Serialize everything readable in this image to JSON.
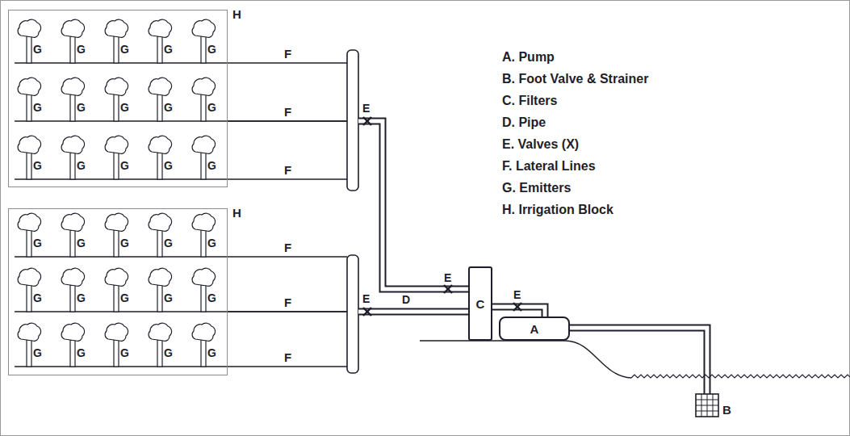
{
  "diagram": {
    "nodes": [
      {
        "text": [
          "H"
        ]
      },
      {
        "text": [
          "H"
        ]
      },
      {
        "text": [
          "C"
        ]
      },
      {
        "text": [
          "A"
        ]
      }
    ],
    "edges": [
      {
        "from": 2,
        "to": 3,
        "arrow": "none"
      },
      {
        "from": 2,
        "to": 0,
        "arrow": "none"
      },
      {
        "from": 2,
        "to": 1,
        "label": "D",
        "arrow": "none"
      }
    ],
    "labels": [
      "A. Pump",
      "B. Foot Valve & Strainer",
      "C. Filters",
      "D. Pipe",
      "E. Valves (X)",
      "F. Lateral Lines",
      "G. Emitters",
      "H. Irrigation Block",
      "F",
      "F",
      "F",
      "F",
      "F",
      "F",
      "G",
      "G",
      "G",
      "G",
      "G",
      "G",
      "G",
      "G",
      "G",
      "G",
      "G",
      "G",
      "G",
      "G",
      "G",
      "G",
      "G",
      "G",
      "G",
      "G",
      "G",
      "G",
      "G",
      "G",
      "G",
      "G",
      "G",
      "G",
      "G",
      "G",
      "E",
      "E",
      "E",
      "E",
      "B"
    ]
  }
}
